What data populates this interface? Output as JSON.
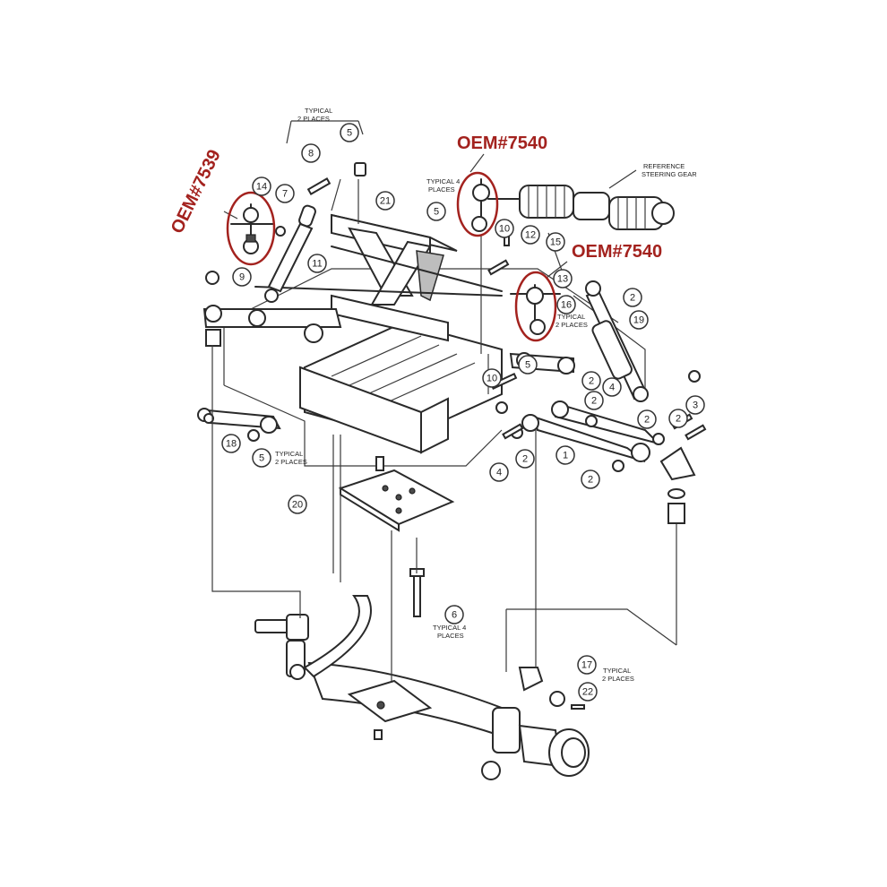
{
  "oem_labels": {
    "left_tie_rod_end": "OEM#7539",
    "top_tie_rod_end": "OEM#7540",
    "right_tie_rod_end": "OEM#7540"
  },
  "notes": {
    "typical_2_places_top_line1": "TYPICAL",
    "typical_2_places_top_line2": "2 PLACES",
    "typical_4_places_a_line1": "TYPICAL 4",
    "typical_4_places_a_line2": "PLACES",
    "reference_line1": "REFERENCE",
    "reference_line2": "STEERING GEAR",
    "typical_2_places_right_line1": "TYPICAL",
    "typical_2_places_right_line2": "2 PLACES",
    "typical_2_places_left_line1": "TYPICAL",
    "typical_2_places_left_line2": "2 PLACES",
    "typical_4_places_b_line1": "TYPICAL 4",
    "typical_4_places_b_line2": "PLACES",
    "typical_2_places_bottom_line1": "TYPICAL",
    "typical_2_places_bottom_line2": "2 PLACES"
  },
  "callouts": [
    "5",
    "8",
    "14",
    "7",
    "21",
    "5",
    "10",
    "12",
    "15",
    "13",
    "16",
    "11",
    "9",
    "2",
    "19",
    "5",
    "10",
    "2",
    "4",
    "2",
    "3",
    "2",
    "2",
    "1",
    "2",
    "4",
    "2",
    "18",
    "5",
    "20",
    "6",
    "17",
    "22"
  ],
  "colors": {
    "accent_red": "#a3221e",
    "line": "#2a2a2a",
    "background": "#ffffff"
  }
}
